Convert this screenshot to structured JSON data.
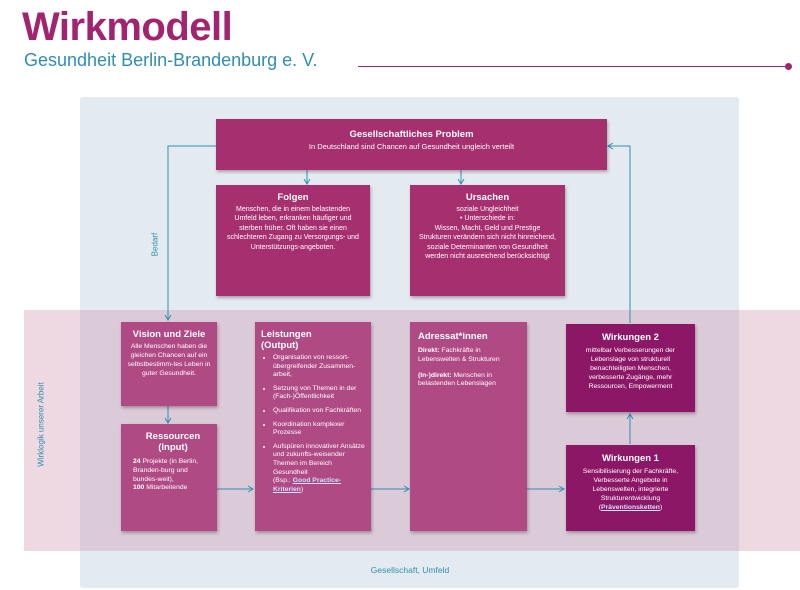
{
  "header": {
    "title": "Wirkmodell",
    "subtitle": "Gesundheit Berlin-Brandenburg e. V."
  },
  "labels": {
    "bedarf": "Bedarf",
    "wirklogik": "Wirklogik unserer Arbeit",
    "gesellschaft": "Gesellschaft, Umfeld"
  },
  "problem": {
    "title": "Gesellschaftliches Problem",
    "text": "In Deutschland sind Chancen auf Gesundheit ungleich verteilt"
  },
  "folgen": {
    "title": "Folgen",
    "text": "Menschen, die in einem belastenden Umfeld leben, erkranken häufiger und sterben früher. Oft haben sie einen schlechteren Zugang zu Versorgungs- und Unterstützungs-angeboten."
  },
  "ursachen": {
    "title": "Ursachen",
    "line1": "soziale Ungleichheit",
    "line2": "• Unterschiede in:",
    "line3": "Wissen, Macht, Geld und Prestige",
    "line4": "Strukturen verändern sich nicht hinreichend, soziale Determinanten von Gesundheit werden nicht ausreichend berücksichtigt"
  },
  "vision": {
    "title": "Vision und Ziele",
    "text": "Alle Menschen haben die gleichen Chancen auf ein selbstbestimm-tes Leben in guter Gesundheit."
  },
  "ressourcen": {
    "title": "Ressourcen",
    "subtitle": "(Input)",
    "num1": "24",
    "text1": "Projekte (in Berlin, Branden-burg und bundes-weit),",
    "num2": "100",
    "text2": "Mitarbeitende"
  },
  "leistungen": {
    "title": "Leistungen",
    "subtitle": "(Output)",
    "items": [
      "Organisation von ressort-übergreifender Zusammen-arbeit,",
      "Setzung von Themen in der (Fach-)Öffentlichkeit",
      "Qualifikation von Fachkräften",
      "Koordination komplexer Prozesse",
      "Aufspüren innovativer Ansätze und zukunfts-weisender Themen im Bereich Gesundheit"
    ],
    "example_prefix": "(Bsp.:",
    "example_link": "Good Practice-Kriterien",
    "example_suffix": ")"
  },
  "adressat": {
    "title": "Adressat*innen",
    "direkt_label": "Direkt:",
    "direkt_text": "Fachkräfte in Lebenswelten & Strukturen",
    "indirekt_label": "(In-)direkt:",
    "indirekt_text": "Menschen in belastenden Lebenslagen"
  },
  "wirkungen2": {
    "title": "Wirkungen 2",
    "text": "mittelbar Verbesserungen der Lebenslage von strukturell benachteiligten Menschen, verbesserte Zugänge, mehr Ressourcen, Empowerment"
  },
  "wirkungen1": {
    "title": "Wirkungen 1",
    "text": "Sensibilisierung der Fachkräfte, Verbesserte Angebote in Lebenswelten, integrierte Strukturentwicklung",
    "link_prefix": "(",
    "link": "Präventionsketten",
    "link_suffix": ")"
  },
  "colors": {
    "magenta": "#a62f70",
    "dark_magenta": "#8c1766",
    "blue": "#2f8fb0",
    "society_bg": "#e4ebf0",
    "logic_bg": "#e8c6d6"
  }
}
